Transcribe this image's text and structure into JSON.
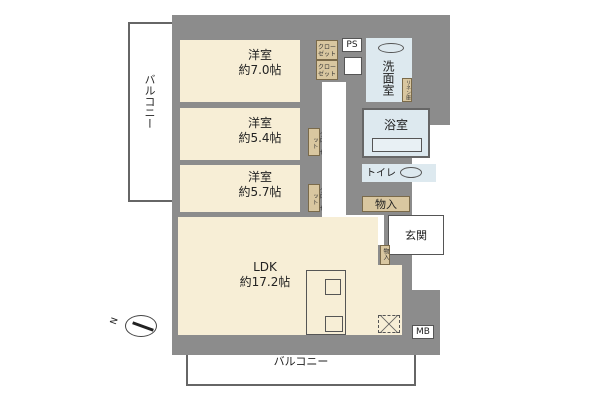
{
  "rooms": {
    "western1": {
      "name": "洋室",
      "size": "約7.0帖"
    },
    "western2": {
      "name": "洋室",
      "size": "約5.4帖"
    },
    "western3": {
      "name": "洋室",
      "size": "約5.7帖"
    },
    "ldk": {
      "name": "LDK",
      "size": "約17.2帖"
    },
    "washroom": "洗面室",
    "bath": "浴室",
    "toilet": "トイレ",
    "storage_main": "物入",
    "storage_ldk": "物入",
    "entrance": "玄関",
    "ps": "PS",
    "mb": "MB",
    "linen": "リネン庫",
    "closet": "クローゼット"
  },
  "balcony_left": "バルコニー",
  "balcony_bottom": "バルコニー",
  "compass": "N"
}
